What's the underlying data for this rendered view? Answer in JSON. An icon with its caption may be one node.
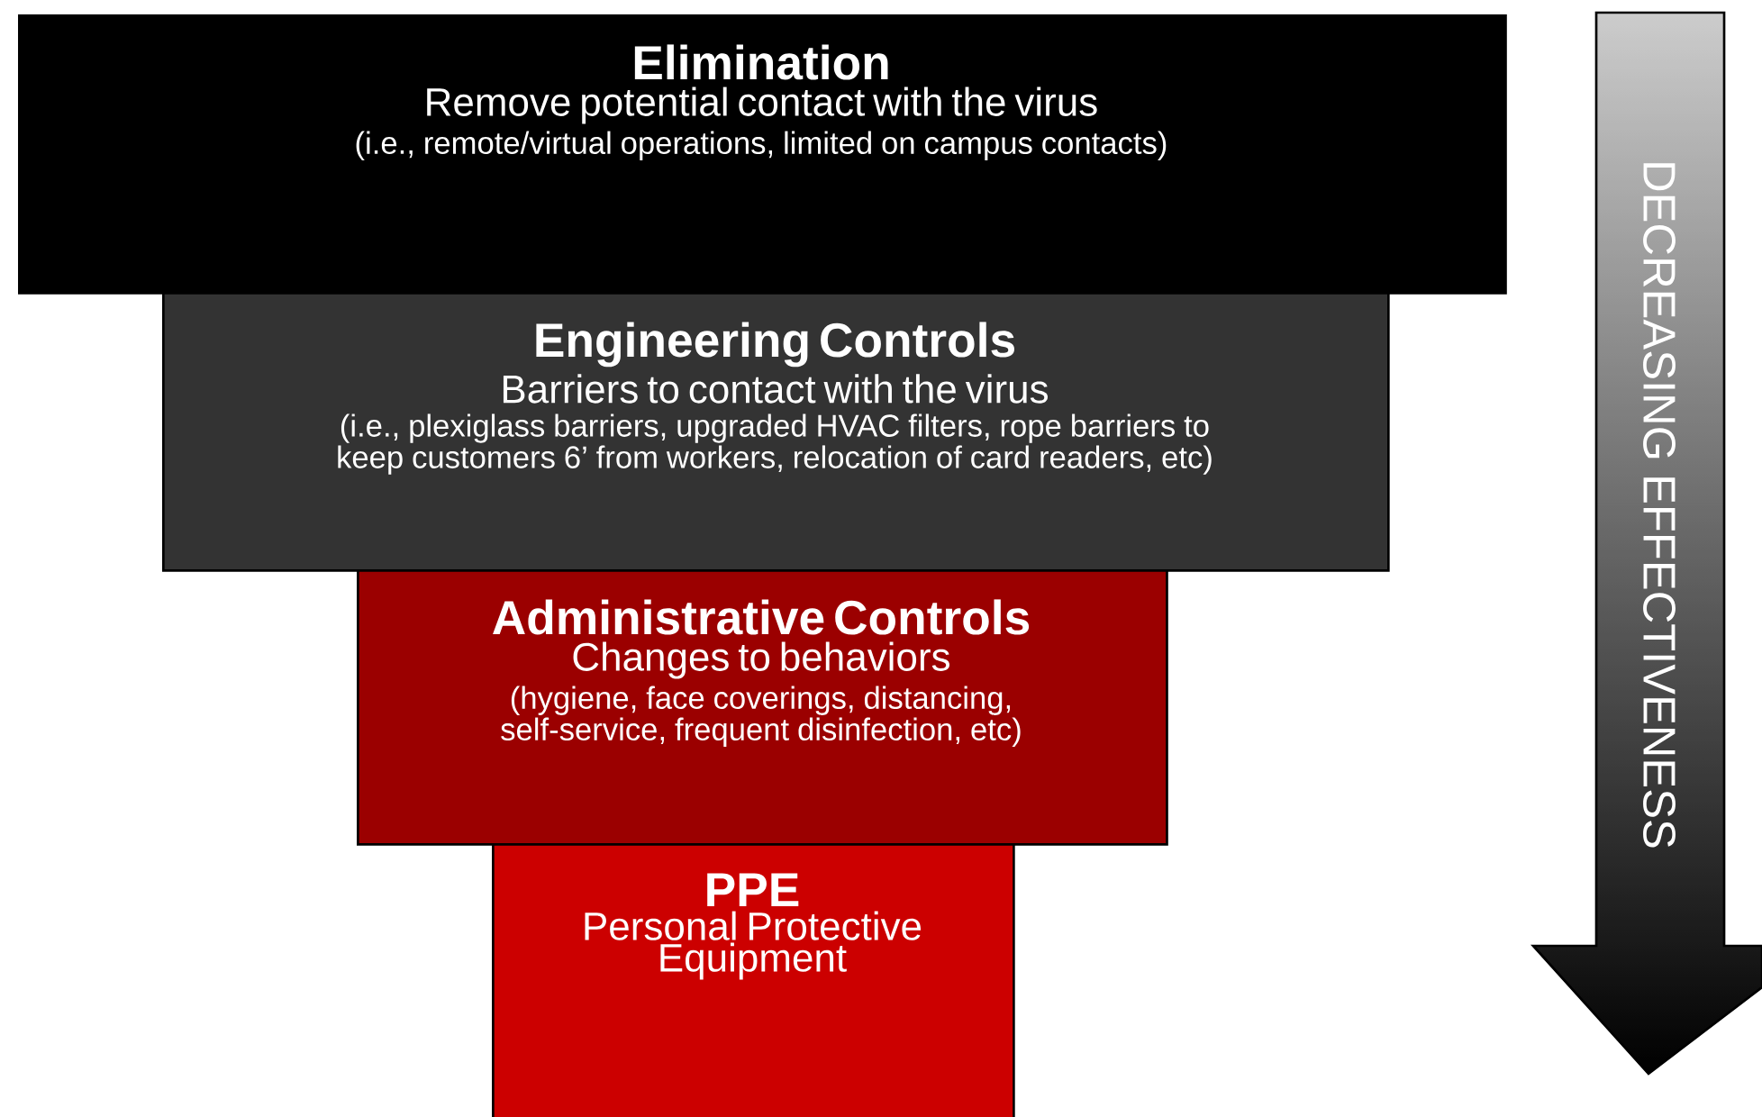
{
  "diagram": {
    "nodes": [
      {
        "text": [
          "Elimination",
          "Remove potential contact with the virus",
          "(i.e., remote/virtual operations, limited on campus contacts)"
        ]
      },
      {
        "text": [
          "Engineering Controls",
          "Barriers to contact with the virus",
          "(i.e., plexiglass barriers, upgraded HVAC filters, rope barriers to keep customers 6’ from workers, relocation of card readers, etc)"
        ]
      },
      {
        "text": [
          "Administrative Controls",
          "Changes to behaviors",
          "(hygiene, face coverings, distancing, self-service, frequent disinfection, etc)"
        ]
      },
      {
        "text": [
          "PPE",
          "Personal Protective Equipment"
        ]
      },
      {
        "text": [
          "DECREASING EFFECTIVENESS"
        ]
      }
    ]
  }
}
